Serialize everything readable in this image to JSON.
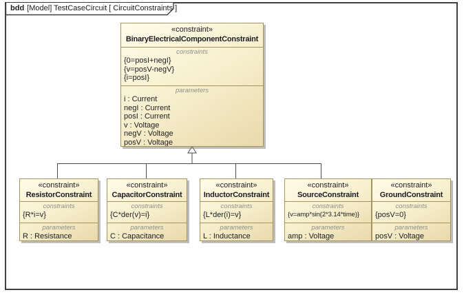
{
  "diagram": {
    "tab": {
      "kind": "bdd",
      "title": "[Model] TestCaseCircuit [ CircuitConstraints ]"
    }
  },
  "labels": {
    "constraints": "constraints",
    "parameters": "parameters"
  },
  "colors": {
    "block_fill_light": "#fffce9",
    "block_fill_dark": "#e9d9ac",
    "block_border": "#a6945c",
    "frame_border": "#3f3f3f",
    "connector": "#4b4b4b",
    "compartment_label_text": "#8f8f86"
  },
  "blocks": {
    "parent": {
      "stereotype": "«constraint»",
      "name": "BinaryElectricalComponentConstraint",
      "constraints": [
        "{0=posI+negI}",
        "{v=posV-negV}",
        "{i=posI}"
      ],
      "parameters": [
        "i : Current",
        "negI : Current",
        "posI : Current",
        "v : Voltage",
        "negV : Voltage",
        "posV : Voltage"
      ]
    },
    "children": [
      {
        "stereotype": "«constraint»",
        "name": "ResistorConstraint",
        "constraints": [
          "{R*i=v}"
        ],
        "parameters": [
          "R : Resistance"
        ]
      },
      {
        "stereotype": "«constraint»",
        "name": "CapacitorConstraint",
        "constraints": [
          "{C*der(v)=i}"
        ],
        "parameters": [
          "C : Capacitance"
        ]
      },
      {
        "stereotype": "«constraint»",
        "name": "InductorConstraint",
        "constraints": [
          "{L*der(i)=v}"
        ],
        "parameters": [
          "L : Inductance"
        ]
      },
      {
        "stereotype": "«constraint»",
        "name": "SourceConstraint",
        "constraints": [
          "{v=amp*sin(2*3.14*time)}"
        ],
        "parameters": [
          "amp : Voltage"
        ]
      },
      {
        "stereotype": "«constraint»",
        "name": "GroundConstraint",
        "constraints": [
          "{posV=0}"
        ],
        "parameters": [
          "posV : Voltage"
        ]
      }
    ]
  }
}
